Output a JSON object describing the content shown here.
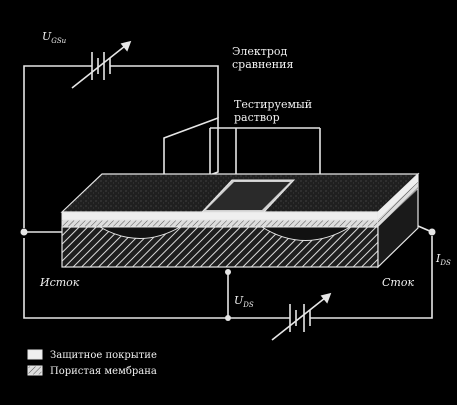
{
  "labels": {
    "ugsu_main": "U",
    "ugsu_sub": "GSu",
    "ref_electrode_line1": "Электрод",
    "ref_electrode_line2": "сравнения",
    "test_solution_line1": "Тестируемый",
    "test_solution_line2": "раствор",
    "source": "Исток",
    "drain": "Сток",
    "ids_main": "I",
    "ids_sub": "DS",
    "uds_main": "U",
    "uds_sub": "DS"
  },
  "legend": [
    {
      "label": "Защитное покрытие",
      "swatch": "plain"
    },
    {
      "label": "Пористая мембрана",
      "swatch": "hatched"
    }
  ],
  "colors": {
    "background": "#000000",
    "line": "#e6e6e6",
    "block_top": "#1a1a1a",
    "substrate_hatch": "#dcdcdc",
    "pocket": "#111111"
  }
}
